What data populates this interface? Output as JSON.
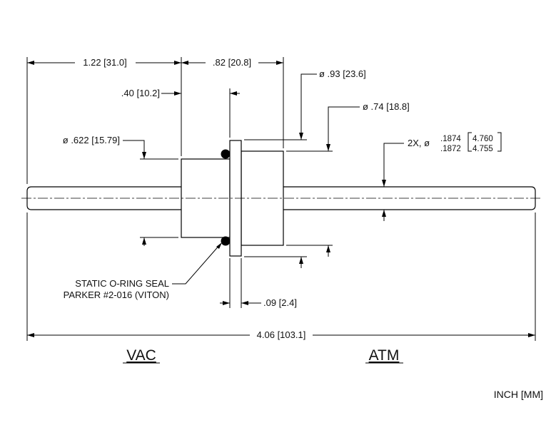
{
  "dimensions": {
    "dim_vac_length": "1.22 [31.0]",
    "dim_body_length": ".82 [20.8]",
    "dim_flange_offset": ".40 [10.2]",
    "dim_flange_dia": "ø .93 [23.6]",
    "dim_atm_body_dia": "ø .74 [18.8]",
    "dim_vac_body_dia": "ø .622 [15.79]",
    "dim_shaft_prefix": "2X, ø",
    "dim_shaft_in_max": ".1874",
    "dim_shaft_in_min": ".1872",
    "dim_shaft_mm_max": "4.760",
    "dim_shaft_mm_min": "4.755",
    "dim_flange_thk": ".09 [2.4]",
    "dim_overall_length": "4.06 [103.1]"
  },
  "notes": {
    "oring_line1": "STATIC O-RING SEAL",
    "oring_line2": "PARKER #2-016 (VITON)"
  },
  "sides": {
    "vac": "VAC",
    "atm": "ATM"
  },
  "units": "INCH [MM]"
}
